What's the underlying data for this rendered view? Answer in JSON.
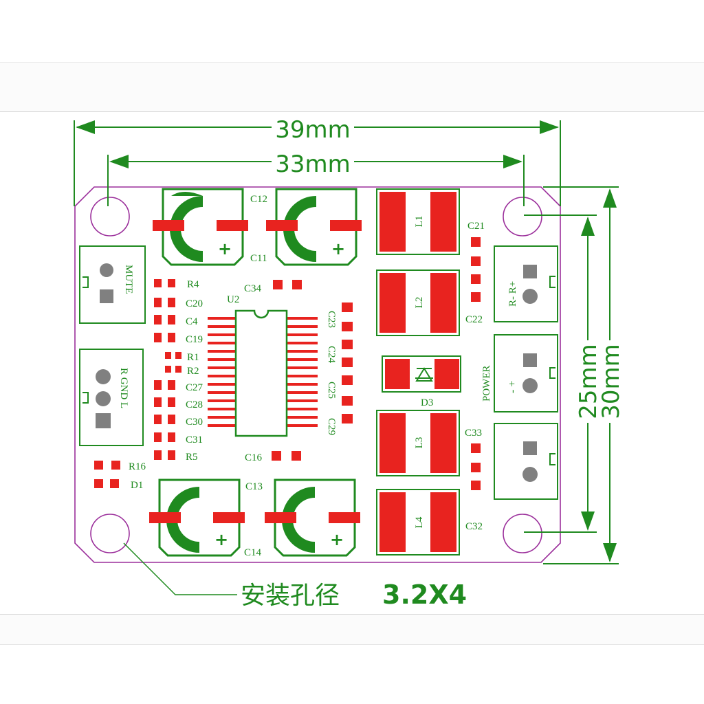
{
  "dimensions": {
    "width_outer": "39mm",
    "width_holes": "33mm",
    "height_holes": "25mm",
    "height_outer": "30mm"
  },
  "mount_note": {
    "text_cn": "安装孔径",
    "text_value": "3.2X4"
  },
  "capacitors_electrolytic": {
    "top_left": "C12",
    "top_left_bottom": "C11",
    "bottom_left": "C13",
    "bottom_right": "C14",
    "plus": "+"
  },
  "inductors": [
    "L1",
    "L2",
    "L3",
    "L4"
  ],
  "ic": {
    "label": "U2"
  },
  "left_components": [
    "R4",
    "C20",
    "C4",
    "C19",
    "R1",
    "R2",
    "C27",
    "C28",
    "C30",
    "C31",
    "R5"
  ],
  "small_parts": {
    "c34": "C34",
    "c16": "C16",
    "r16": "R16",
    "d1": "D1",
    "d3": "D3",
    "c21": "C21",
    "c22": "C22",
    "c33": "C33",
    "c32": "C32"
  },
  "vertical_caps": [
    "C23",
    "C24",
    "C25",
    "C29"
  ],
  "connectors": {
    "mute": "MUTE",
    "input": "R GND L",
    "speaker": "R-  R+",
    "power_label": "POWER",
    "power_pins": "-   +"
  },
  "colors": {
    "silkscreen": "#1f8a1f",
    "pads": "#e8231f",
    "outline": "#9b2f9b",
    "pin_gray": "#808080"
  }
}
